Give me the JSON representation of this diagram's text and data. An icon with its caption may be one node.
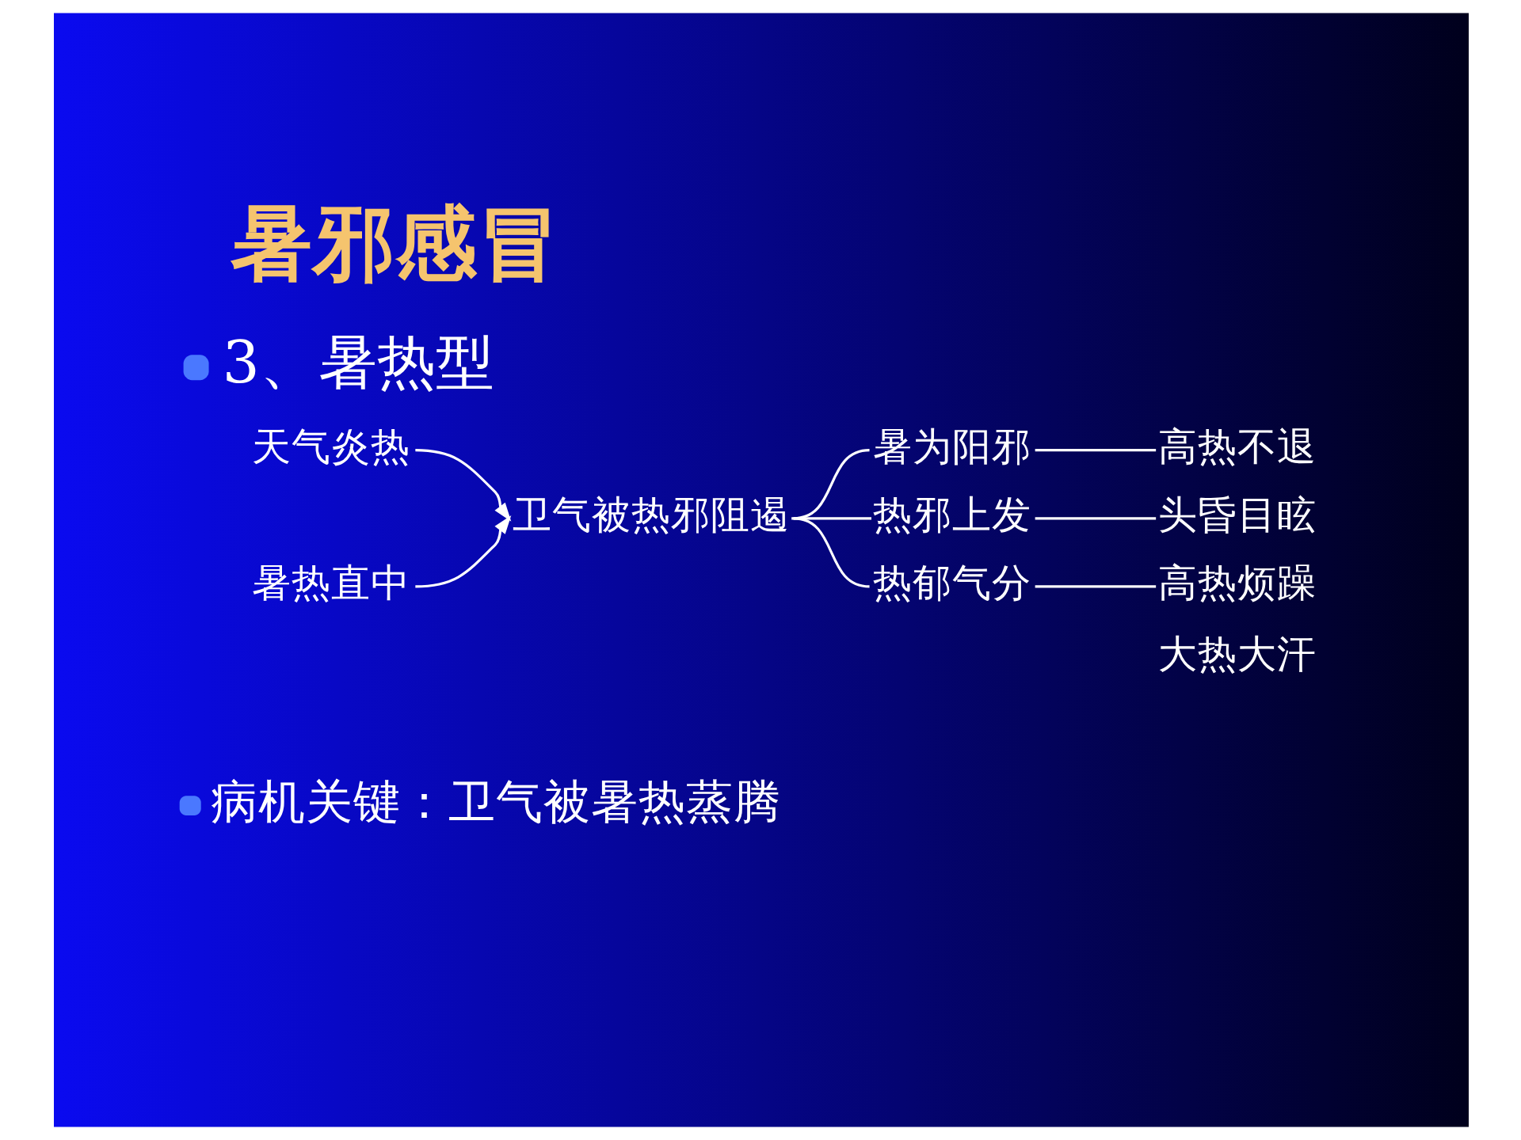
{
  "diagram": {
    "title": "暑邪感冒",
    "nodes": [
      {
        "text": [
          "天气炎热"
        ]
      },
      {
        "text": [
          "暑热直中"
        ]
      },
      {
        "text": [
          "卫气被热邪阻遏"
        ]
      },
      {
        "text": [
          "暑为阳邪"
        ]
      },
      {
        "text": [
          "热邪上发"
        ]
      },
      {
        "text": [
          "热郁气分"
        ]
      },
      {
        "text": [
          "高热不退"
        ]
      },
      {
        "text": [
          "头昏目眩"
        ]
      },
      {
        "text": [
          "高热烦躁"
        ]
      }
    ],
    "edges": [
      {
        "from": 0,
        "to": 2,
        "arrow": "to"
      },
      {
        "from": 1,
        "to": 2,
        "arrow": "to"
      },
      {
        "from": 2,
        "to": 3,
        "arrow": "none"
      },
      {
        "from": 2,
        "to": 4,
        "arrow": "none"
      },
      {
        "from": 2,
        "to": 5,
        "arrow": "none"
      },
      {
        "from": 3,
        "to": 6,
        "arrow": "none"
      },
      {
        "from": 4,
        "to": 7,
        "arrow": "none"
      },
      {
        "from": 5,
        "to": 8,
        "arrow": "none"
      }
    ],
    "labels": [
      "3、暑热型",
      "大热大汗",
      "病机关键：卫气被暑热蒸腾"
    ]
  }
}
